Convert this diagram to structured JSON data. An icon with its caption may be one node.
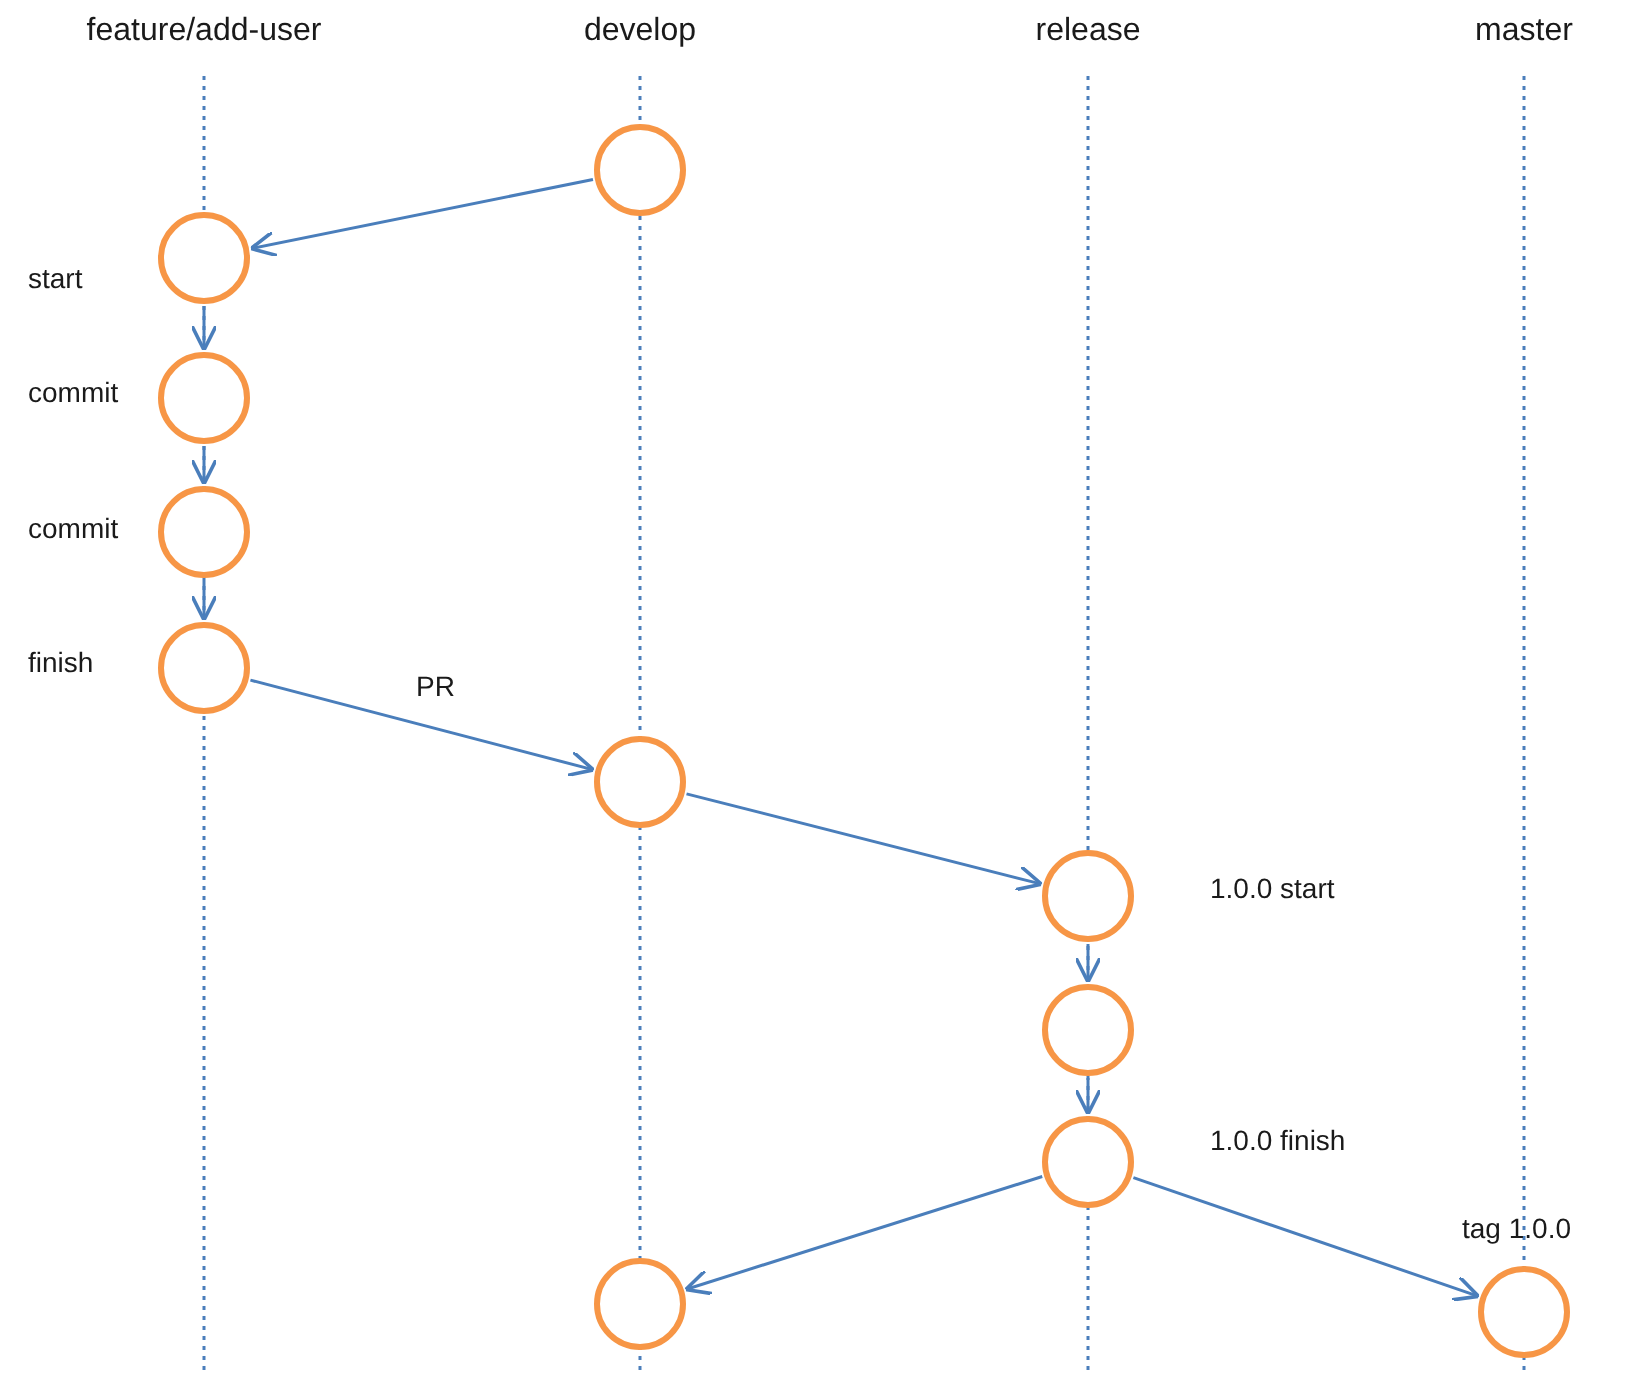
{
  "diagram": {
    "nodes": [
      {
        "text": [],
        "shape": "circle"
      },
      {
        "text": [],
        "shape": "circle",
        "beside": [
          "start"
        ]
      },
      {
        "text": [],
        "shape": "circle",
        "beside": [
          "commit"
        ]
      },
      {
        "text": [],
        "shape": "circle",
        "beside": [
          "commit"
        ]
      },
      {
        "text": [],
        "shape": "circle",
        "beside": [
          "finish"
        ]
      },
      {
        "text": [],
        "shape": "circle"
      },
      {
        "text": [],
        "shape": "circle",
        "beside": [
          "1.0.0 start"
        ]
      },
      {
        "text": [],
        "shape": "circle"
      },
      {
        "text": [],
        "shape": "circle",
        "beside": [
          "1.0.0 finish"
        ]
      },
      {
        "text": [],
        "shape": "circle"
      },
      {
        "text": [],
        "shape": "circle",
        "beside": [
          "tag 1.0.0"
        ]
      }
    ],
    "edges": [
      {
        "from": 0,
        "to": 1,
        "arrow": "to"
      },
      {
        "from": 1,
        "to": 2,
        "arrow": "to"
      },
      {
        "from": 2,
        "to": 3,
        "arrow": "to"
      },
      {
        "from": 3,
        "to": 4,
        "arrow": "to"
      },
      {
        "from": 4,
        "to": 5,
        "arrow": "to",
        "label": "PR"
      },
      {
        "from": 5,
        "to": 6,
        "arrow": "to"
      },
      {
        "from": 6,
        "to": 7,
        "arrow": "to"
      },
      {
        "from": 7,
        "to": 8,
        "arrow": "to"
      },
      {
        "from": 8,
        "to": 9,
        "arrow": "to"
      },
      {
        "from": 8,
        "to": 10,
        "arrow": "to"
      }
    ],
    "labels": [
      "feature/add-user",
      "develop",
      "release",
      "master"
    ]
  }
}
